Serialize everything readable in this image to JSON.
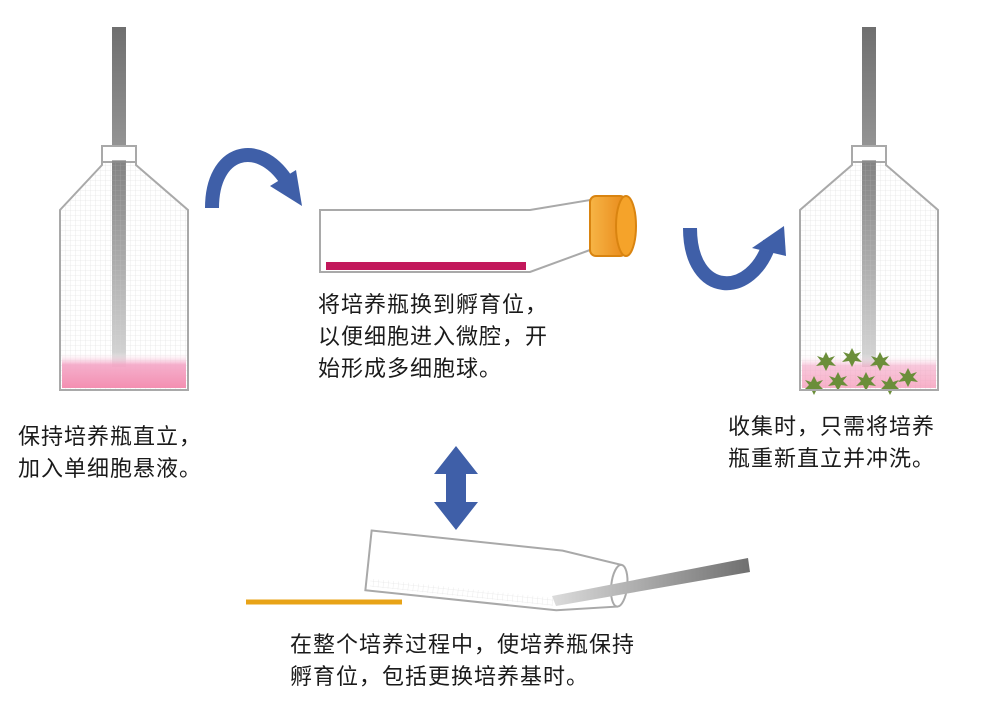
{
  "steps": {
    "step1": {
      "line1": "保持培养瓶直立，",
      "line2": "加入单细胞悬液。"
    },
    "step2": {
      "line1": "将培养瓶换到孵育位，",
      "line2": "以便细胞进入微腔，开",
      "line3": "始形成多细胞球。"
    },
    "step3": {
      "line1": "收集时，只需将培养",
      "line2": "瓶重新直立并冲洗。"
    },
    "step4": {
      "line1": "在整个培养过程中，使培养瓶保持",
      "line2": "孵育位，包括更换培养基时。"
    }
  },
  "colors": {
    "arrow": "#3f5fa8",
    "flask_outline": "#a9a9a9",
    "pipette": "#7a7a7a",
    "suspension": "#f4a6c6",
    "cell_layer": "#c2185b",
    "cap": "#f5a32a",
    "spheroid": "#6b8e3a",
    "support": "#e8a317"
  }
}
